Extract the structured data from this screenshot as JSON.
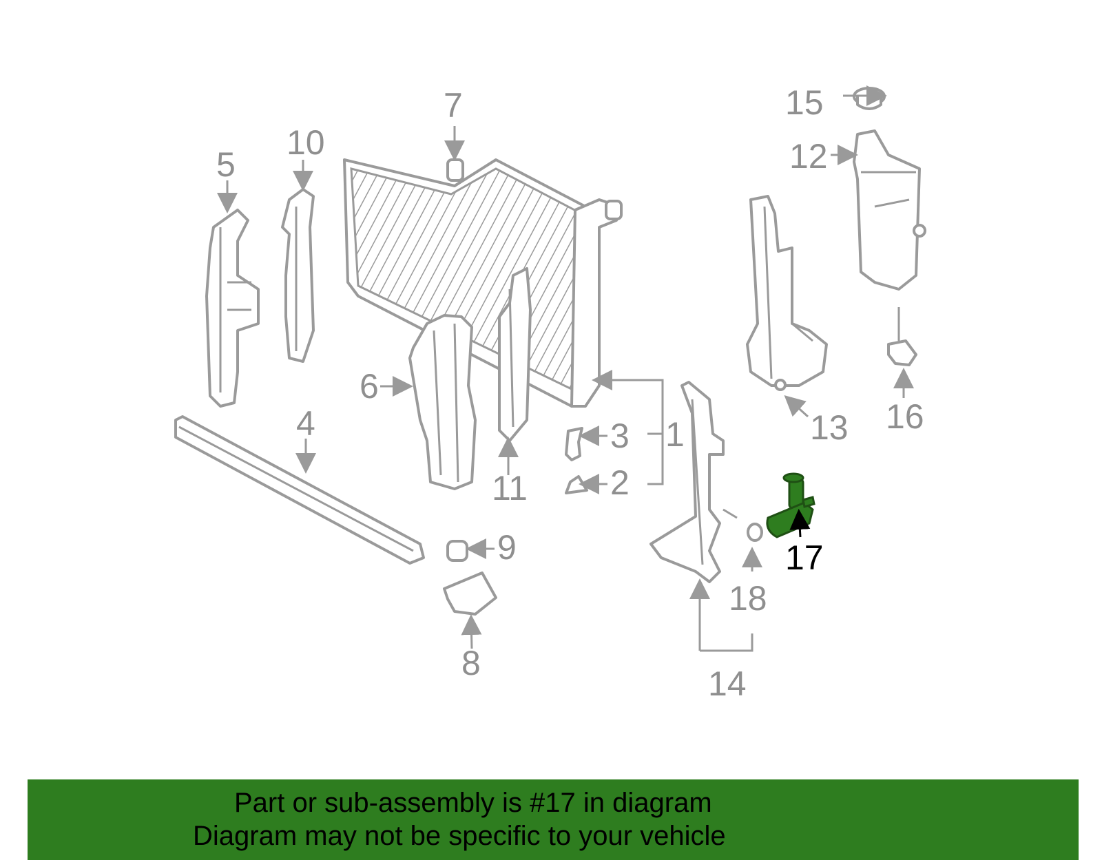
{
  "callouts": {
    "c1": "1",
    "c2": "2",
    "c3": "3",
    "c4": "4",
    "c5": "5",
    "c6": "6",
    "c7": "7",
    "c8": "8",
    "c9": "9",
    "c10": "10",
    "c11": "11",
    "c12": "12",
    "c13": "13",
    "c14": "14",
    "c15": "15",
    "c16": "16",
    "c17": "17",
    "c18": "18"
  },
  "highlight": {
    "part_number": "17",
    "color": "#2e7d1f"
  },
  "colors": {
    "part_line": "#9a9a9a",
    "callout_text": "#8f8f8f",
    "banner_bg": "#2e7d1f"
  },
  "banner": {
    "line1": "Part or sub-assembly is #17 in diagram",
    "line2": "Diagram may not be specific to your vehicle"
  }
}
